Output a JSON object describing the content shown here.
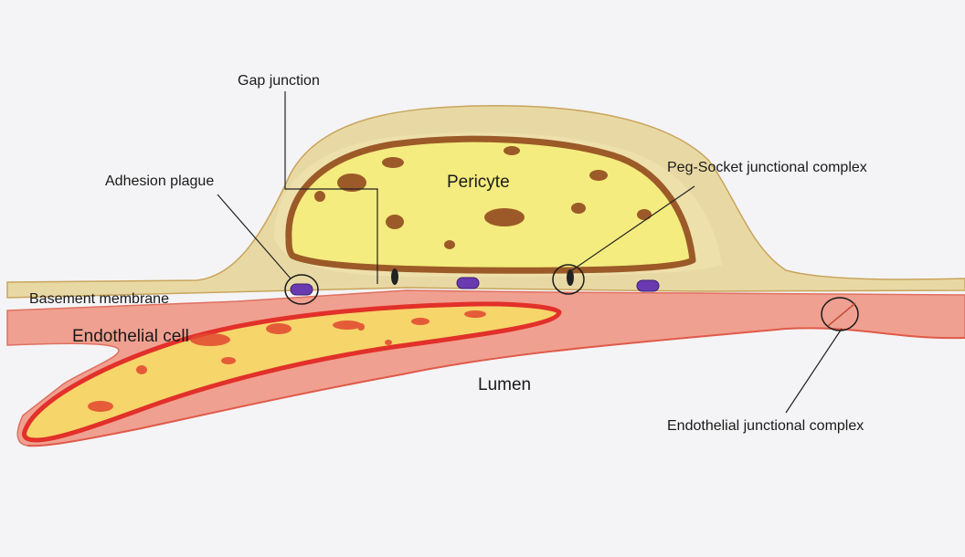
{
  "labels": {
    "gap_junction": "Gap junction",
    "adhesion_plague": "Adhesion plague",
    "pericyte": "Pericyte",
    "peg_socket": "Peg-Socket junctional complex",
    "basement_membrane": "Basement membrane",
    "endothelial_cell": "Endothelial cell",
    "lumen": "Lumen",
    "endothelial_junctional_complex": "Endothelial junctional complex"
  },
  "colors": {
    "background": "#f4f4f6",
    "basement_membrane": "#e8d9a4",
    "pericyte_body": "#f4ec7e",
    "pericyte_border": "#9b5a28",
    "endothelium": "#f0a090",
    "endothelial_nucleus": "#f6d56a",
    "nucleus_border": "#e2302a",
    "adhesion_plaque": "#6a3ab0",
    "peg": "#222222"
  }
}
